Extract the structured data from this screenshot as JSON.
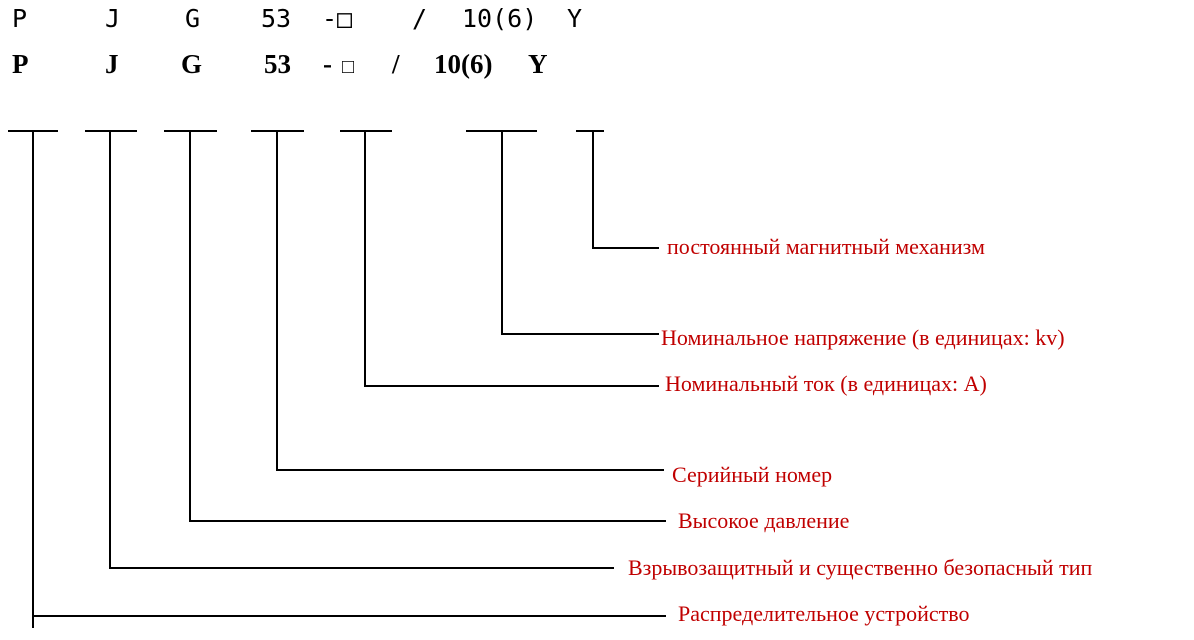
{
  "code_row_plain": [
    "P",
    "J",
    "G",
    "53",
    "-□",
    "/",
    "10(6)",
    "Y"
  ],
  "code_row_bold": [
    "P",
    "J",
    "G",
    "53",
    "-",
    "□",
    "/",
    "10(6)",
    "Y"
  ],
  "labels": {
    "y": "постоянный магнитный механизм",
    "voltage": "Номинальное напряжение (в единицах: kv)",
    "current": "Номинальный ток (в единицах: A)",
    "series": "Серийный номер",
    "g": "Высокое давление",
    "j": "Взрывозащитный и существенно безопасный тип",
    "p": "Распределительное устройство"
  },
  "colors": {
    "label": "#c00000",
    "lines": "#000000"
  }
}
